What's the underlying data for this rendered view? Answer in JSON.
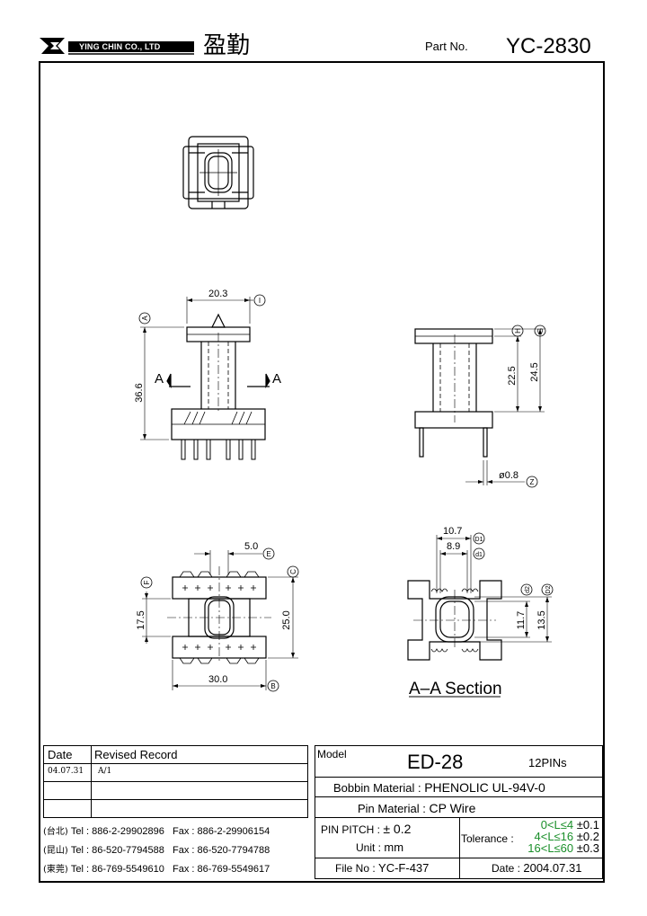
{
  "header": {
    "company_en": "YING CHIN CO., LTD",
    "company_cn": "盈勤",
    "part_no_label": "Part No.",
    "part_no": "YC-2830"
  },
  "dims": {
    "d20_3": "20.3",
    "d36_6": "36.6",
    "d22_5": "22.5",
    "d24_5": "24.5",
    "d_pin": "ø0.8",
    "d10_7": "10.7",
    "d8_9": "8.9",
    "d5_0": "5.0",
    "d17_5": "17.5",
    "d25_0": "25.0",
    "d30_0": "30.0",
    "d11_7": "11.7",
    "d13_5": "13.5"
  },
  "callouts": {
    "A": "A",
    "B": "B",
    "C": "C",
    "D1": "D1",
    "d1": "d1",
    "E": "E",
    "F": "F",
    "G": "G",
    "H": "H",
    "I": "I",
    "Z": "Z",
    "d2": "d2",
    "D2": "D2"
  },
  "section": {
    "arrow_left": "A",
    "arrow_right": "A",
    "title": "A–A Section"
  },
  "revision": {
    "date_header": "Date",
    "record_header": "Revised Record",
    "rows": [
      {
        "date": "04.07.31",
        "record": "A/1"
      },
      {
        "date": "",
        "record": ""
      },
      {
        "date": "",
        "record": ""
      }
    ]
  },
  "contacts": [
    {
      "loc": "(台北)",
      "tel": "Tel : 886-2-29902896",
      "fax": "Fax : 886-2-29906154"
    },
    {
      "loc": "(昆山)",
      "tel": "Tel : 86-520-7794588",
      "fax": "Fax : 86-520-7794788"
    },
    {
      "loc": "(東莞)",
      "tel": "Tel : 86-769-5549610",
      "fax": "Fax : 86-769-5549617"
    }
  ],
  "spec": {
    "model_label": "Model",
    "model": "ED-28",
    "pins": "12PINs",
    "bobbin_label": "Bobbin  Material :",
    "bobbin": "PHENOLIC UL-94V-0",
    "pin_label": "Pin  Material :",
    "pin": "CP Wire",
    "pitch_label": "PIN  PITCH :",
    "pitch": "± 0.2",
    "unit_label": "Unit :",
    "unit": "mm",
    "tolerance_label": "Tolerance :",
    "tol_rows": [
      {
        "range": "0<L≤4",
        "value": "±0.1"
      },
      {
        "range": "4<L≤16",
        "value": "±0.2"
      },
      {
        "range": "16<L≤60",
        "value": "±0.3"
      }
    ],
    "file_label": "File  No :",
    "file": "YC-F-437",
    "date_label": "Date :",
    "date": "2004.07.31"
  }
}
